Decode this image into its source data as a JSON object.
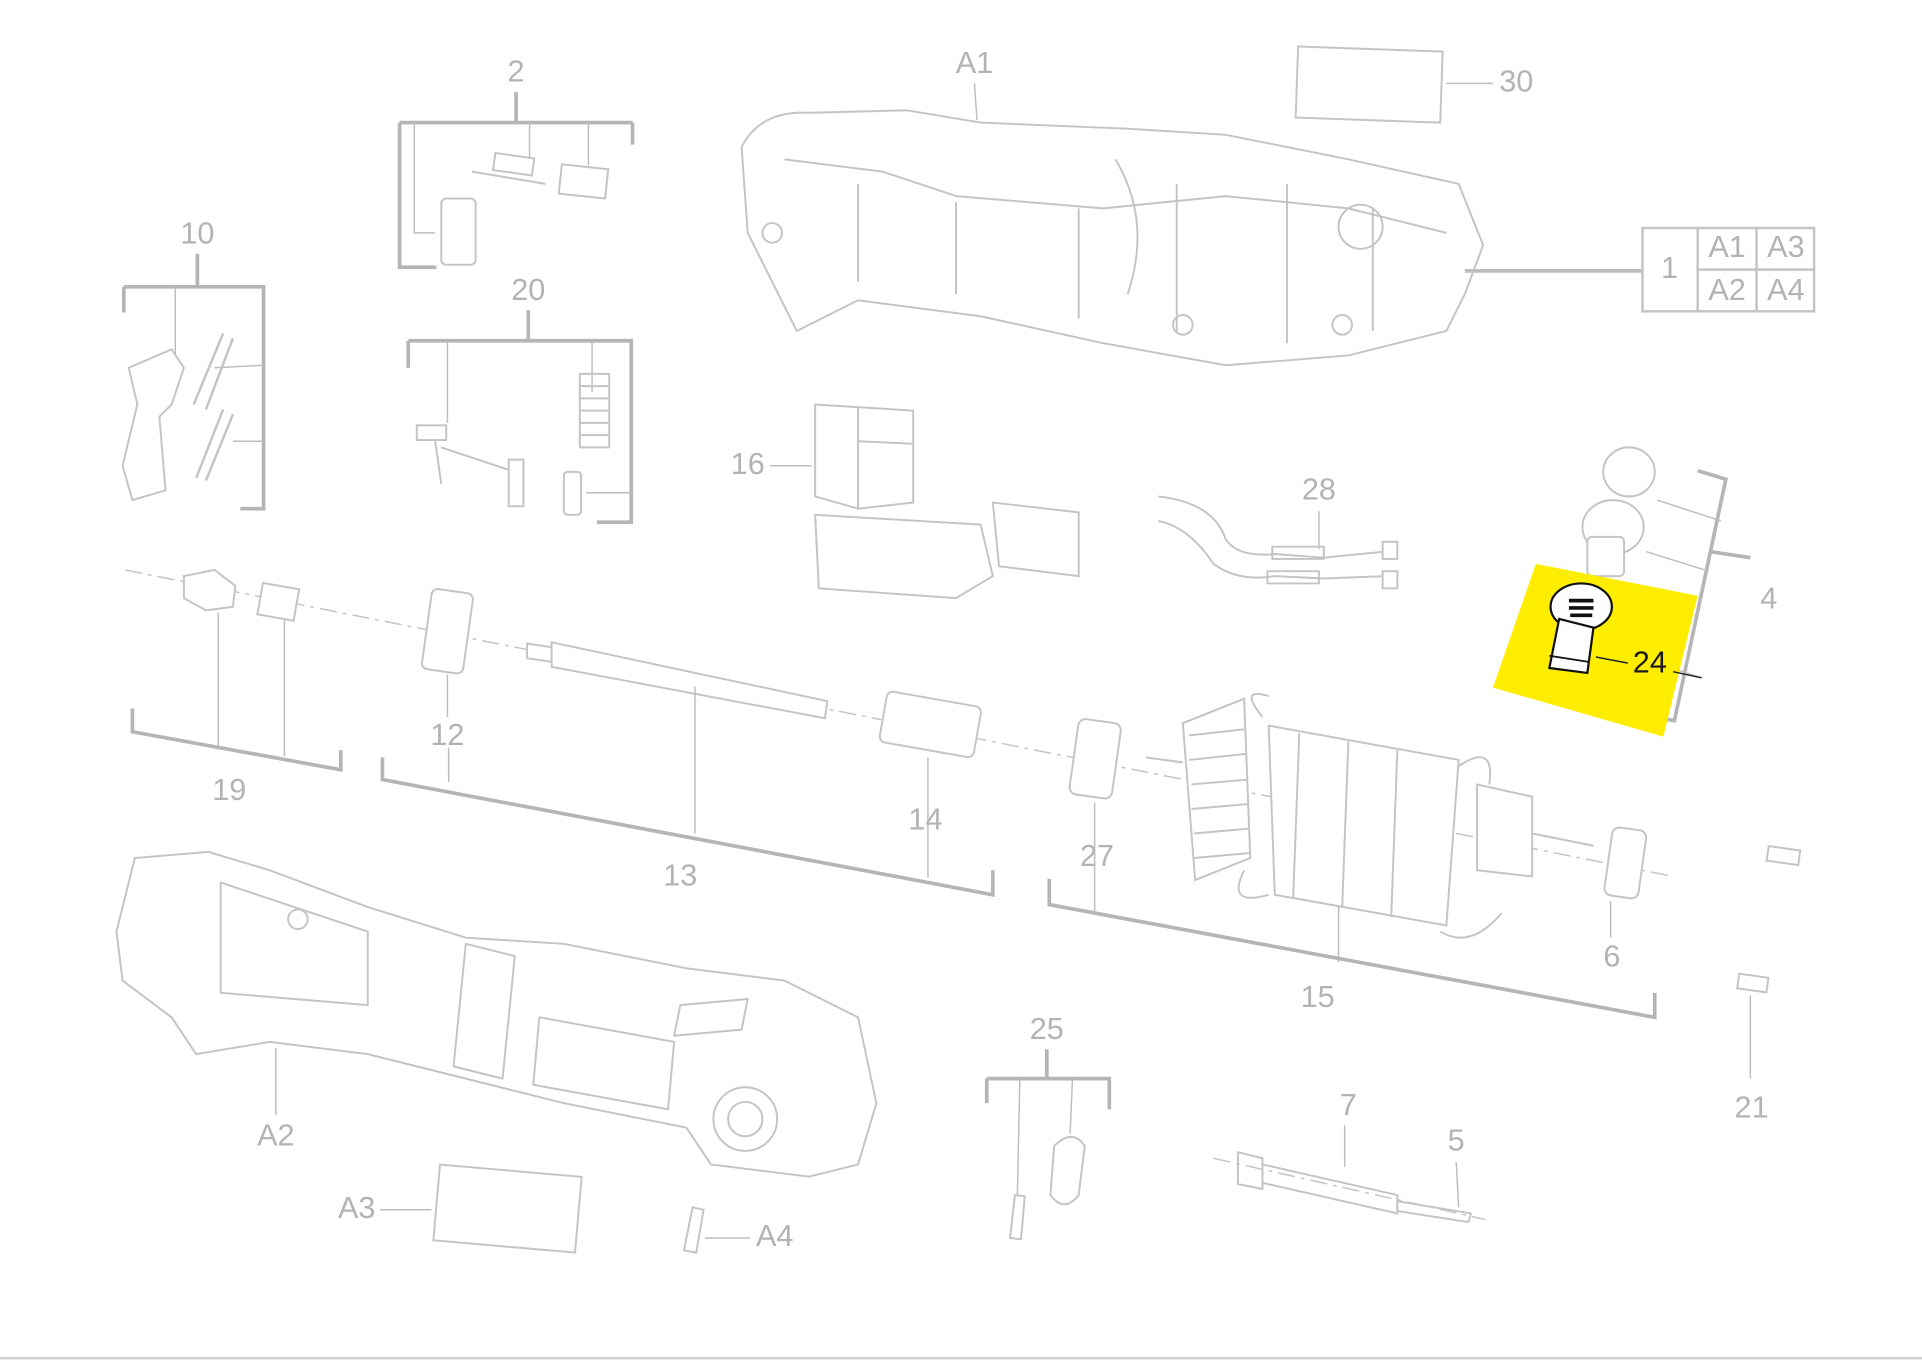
{
  "diagram": {
    "highlight_color": "#ffed00",
    "highlighted_part": "24",
    "labels": {
      "A1": "A1",
      "p30": "30",
      "p2": "2",
      "p10": "10",
      "p20": "20",
      "p16": "16",
      "p28": "28",
      "p4": "4",
      "p24": "24",
      "p12": "12",
      "p19": "19",
      "p13": "13",
      "p14": "14",
      "p27": "27",
      "p15": "15",
      "p6": "6",
      "p21": "21",
      "p25": "25",
      "p7": "7",
      "p5": "5",
      "A2": "A2",
      "A3": "A3",
      "A4": "A4"
    },
    "kit_table": {
      "main": "1",
      "cells": [
        "A1",
        "A3",
        "A2",
        "A4"
      ]
    }
  }
}
